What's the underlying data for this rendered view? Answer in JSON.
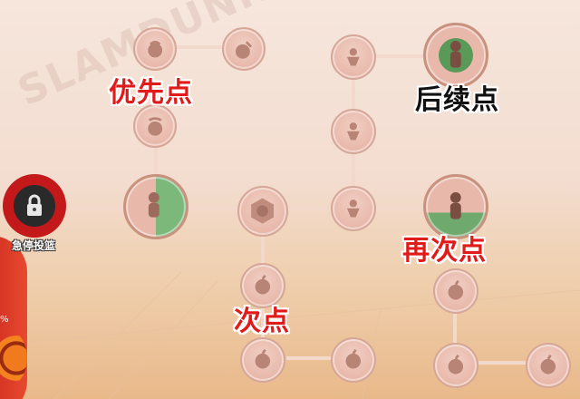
{
  "watermark": "SLAMDUNK",
  "left_panel": {
    "percent_mark": "%"
  },
  "locked_skill": {
    "name": "急停投篮",
    "icon": "lock-icon"
  },
  "labels": {
    "priority": "优先点",
    "followup": "后续点",
    "again": "再次点",
    "secondary": "次点"
  },
  "colors": {
    "label_red": "#e11a1a",
    "label_black": "#111111",
    "node_fill": "#e8b8aa",
    "connector": "#f0d2c6",
    "lock_ring": "#c3191a"
  },
  "node_icons": {
    "dribble": "ball-handler-icon",
    "shooter": "shooter-icon",
    "player": "player-silhouette-icon",
    "hexagon": "hexagon-shield-icon",
    "apple": "apple-icon"
  }
}
